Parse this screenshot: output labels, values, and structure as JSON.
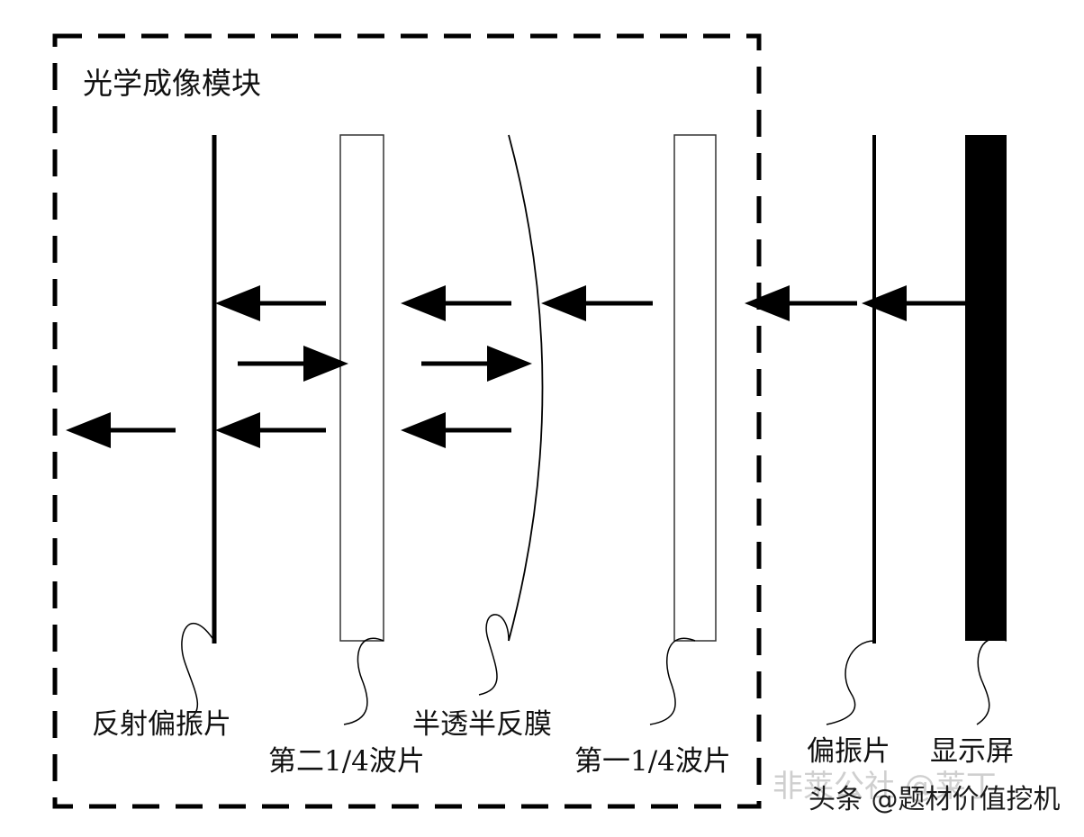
{
  "module_title": "光学成像模块",
  "components": {
    "reflective_polarizer": "反射偏振片",
    "second_quarter_wave_plate": "第二1/4波片",
    "semi_transparent_film": "半透半反膜",
    "first_quarter_wave_plate": "第一1/4波片",
    "polarizer": "偏振片",
    "display_screen": "显示屏"
  },
  "watermark": {
    "faint_text": "非莱公社 @莱丁",
    "source_text": "头条 @题材价值挖机"
  }
}
